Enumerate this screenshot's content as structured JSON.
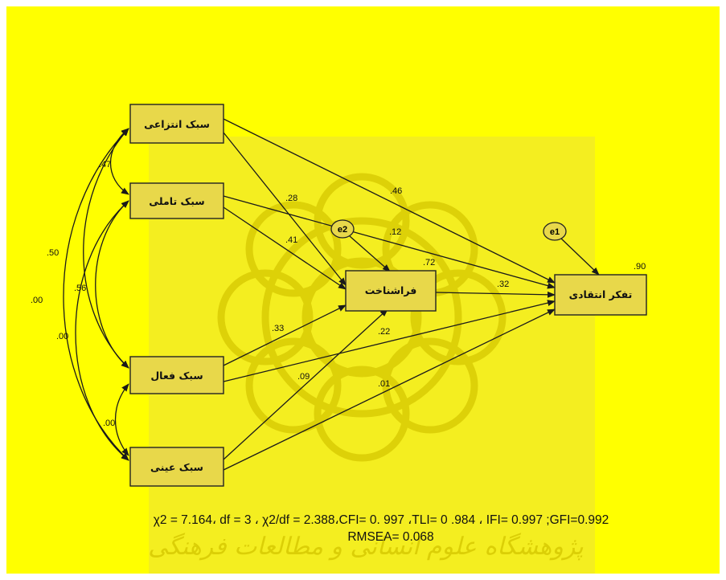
{
  "colors": {
    "background": "#ffff00",
    "watermark_panel": "#f4ee20",
    "box_fill": "#e8d84a",
    "watermark_ink": "#d6c800"
  },
  "watermark": {
    "text": "پژوهشگاه علوم انسانی و مطالعات فرهنگی"
  },
  "nodes": {
    "ob1": "سبک انتزاعی",
    "ob2": "سبک تاملی",
    "ob3": "سبک فعال",
    "ob4": "سبک عینی",
    "meta": "فراشناخت",
    "critical": "تفکر انتقادی"
  },
  "errors": {
    "e1": "e1",
    "e2": "e2"
  },
  "r_squared": {
    "meta": ".72",
    "critical": ".90"
  },
  "coefficients": {
    "ob1_meta": ".28",
    "ob1_crit": ".46",
    "ob2_meta": ".41",
    "ob2_crit": ".12",
    "ob3_meta": ".33",
    "ob3_crit": ".09",
    "ob4_meta": ".22",
    "ob4_crit": ".01",
    "meta_crit": ".32"
  },
  "correlations": {
    "c12": ".47",
    "c13": ".50",
    "c14": ".00",
    "c23": ".56",
    "c24": ".00",
    "c34": ".00"
  },
  "fit": {
    "line1": "χ2 = 7.164، df = 3 ، χ2/df = 2.388،CFI= 0. 997 ،TLI= 0 .984 ، IFI= 0.997 ;GFI=0.992",
    "line2": "RMSEA= 0.068"
  }
}
